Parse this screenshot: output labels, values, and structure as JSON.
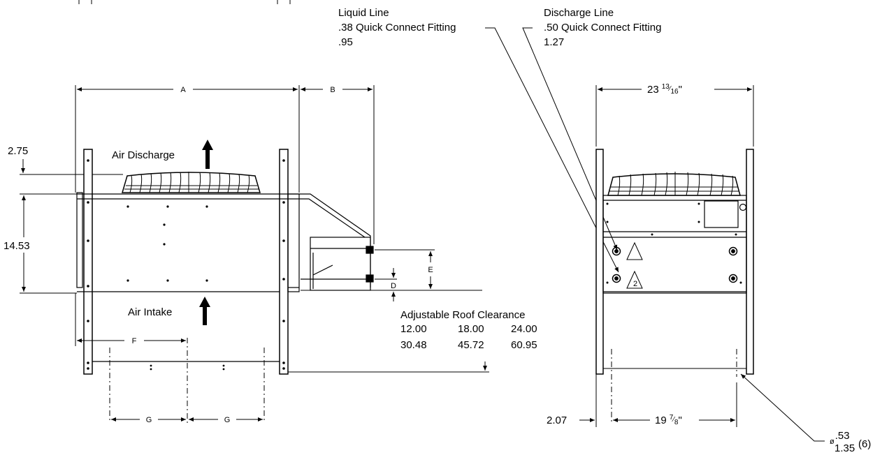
{
  "callouts": {
    "liquid": {
      "title": "Liquid Line",
      "fitting": ".38 Quick Connect Fitting",
      "metric": ".95"
    },
    "discharge": {
      "title": "Discharge Line",
      "fitting": ".50 Quick Connect Fitting",
      "metric": "1.27"
    }
  },
  "front_view": {
    "dim_a": "A",
    "dim_b": "B",
    "dim_d": "D",
    "dim_e": "E",
    "dim_f": "F",
    "dim_g_left": "G",
    "dim_g_right": "G",
    "dim_top_offset": "2.75",
    "dim_height": "14.53",
    "air_discharge": "Air Discharge",
    "air_intake": "Air Intake"
  },
  "roof_clearance": {
    "title": "Adjustable Roof Clearance",
    "inches": [
      "12.00",
      "18.00",
      "24.00"
    ],
    "metric": [
      "30.48",
      "45.72",
      "60.95"
    ]
  },
  "side_view": {
    "width_whole": "23",
    "width_frac_num": "13",
    "width_frac_den": "16",
    "width_unit": "\"",
    "base_whole": "19",
    "base_frac_num": "7",
    "base_frac_den": "8",
    "base_unit": "\"",
    "dim_left_offset": "2.07",
    "hole_symbol": "ø",
    "hole_in": ".53",
    "hole_mm": "1.35",
    "hole_qty": "(6)",
    "marker_1": "",
    "marker_2": "2"
  }
}
